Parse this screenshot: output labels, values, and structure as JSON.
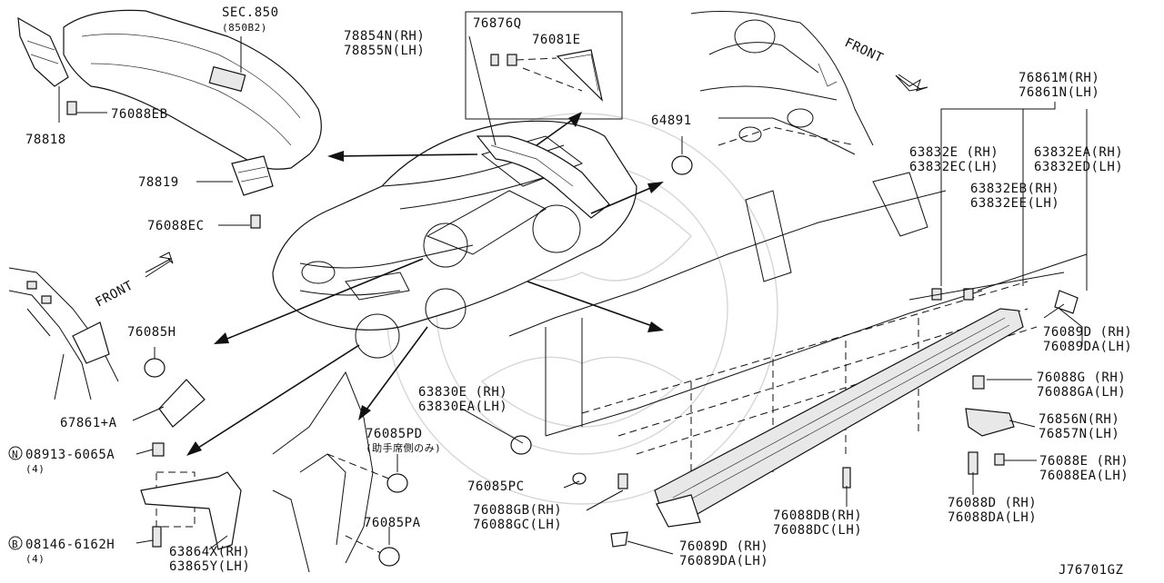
{
  "diagram": {
    "doc_number": "J76701GZ",
    "front_labels": [
      "FRONT",
      "FRONT"
    ],
    "callouts": [
      {
        "id": "sec850",
        "lines": [
          "SEC.850",
          "(850B2)"
        ]
      },
      {
        "id": "p78854",
        "lines": [
          "78854N(RH)",
          "78855N(LH)"
        ]
      },
      {
        "id": "p76876Q",
        "lines": [
          "76876Q"
        ]
      },
      {
        "id": "p76081E",
        "lines": [
          "76081E"
        ]
      },
      {
        "id": "p76088EB",
        "lines": [
          "76088EB"
        ]
      },
      {
        "id": "p78818",
        "lines": [
          "78818"
        ]
      },
      {
        "id": "p78819",
        "lines": [
          "78819"
        ]
      },
      {
        "id": "p76088EC",
        "lines": [
          "76088EC"
        ]
      },
      {
        "id": "p64891",
        "lines": [
          "64891"
        ]
      },
      {
        "id": "p76861M",
        "lines": [
          "76861M(RH)",
          "76861N(LH)"
        ]
      },
      {
        "id": "p63832E",
        "lines": [
          "63832E (RH)",
          "63832EC(LH)"
        ]
      },
      {
        "id": "p63832EA",
        "lines": [
          "63832EA(RH)",
          "63832ED(LH)"
        ]
      },
      {
        "id": "p63832EB",
        "lines": [
          "63832EB(RH)",
          "63832EE(LH)"
        ]
      },
      {
        "id": "p76085H",
        "lines": [
          "76085H"
        ]
      },
      {
        "id": "p67861",
        "lines": [
          "67861+A"
        ]
      },
      {
        "id": "p76089D_top",
        "lines": [
          "76089D (RH)",
          "76089DA(LH)"
        ]
      },
      {
        "id": "p63830E",
        "lines": [
          "63830E (RH)",
          "63830EA(LH)"
        ]
      },
      {
        "id": "p76088G",
        "lines": [
          "76088G (RH)",
          "76088GA(LH)"
        ]
      },
      {
        "id": "p76856N",
        "lines": [
          "76856N(RH)",
          "76857N(LH)"
        ]
      },
      {
        "id": "p08913",
        "lines": [
          "08913-6065A",
          "(4)"
        ]
      },
      {
        "id": "p76085PD",
        "lines": [
          "76085PD",
          "(助手席側のみ)"
        ]
      },
      {
        "id": "p76085PC",
        "lines": [
          "76085PC"
        ]
      },
      {
        "id": "p76088E",
        "lines": [
          "76088E (RH)",
          "76088EA(LH)"
        ]
      },
      {
        "id": "p76088GB",
        "lines": [
          "76088GB(RH)",
          "76088GC(LH)"
        ]
      },
      {
        "id": "p76088DB",
        "lines": [
          "76088DB(RH)",
          "76088DC(LH)"
        ]
      },
      {
        "id": "p76088D",
        "lines": [
          "76088D (RH)",
          "76088DA(LH)"
        ]
      },
      {
        "id": "p76085PA",
        "lines": [
          "76085PA"
        ]
      },
      {
        "id": "p08146",
        "lines": [
          "08146-6162H",
          "(4)"
        ]
      },
      {
        "id": "p63864X",
        "lines": [
          "63864X(RH)",
          "63865Y(LH)"
        ]
      },
      {
        "id": "p76089D_bot",
        "lines": [
          "76089D (RH)",
          "76089DA(LH)"
        ]
      }
    ],
    "circle_markers": {
      "N": "N",
      "B": "B"
    }
  }
}
